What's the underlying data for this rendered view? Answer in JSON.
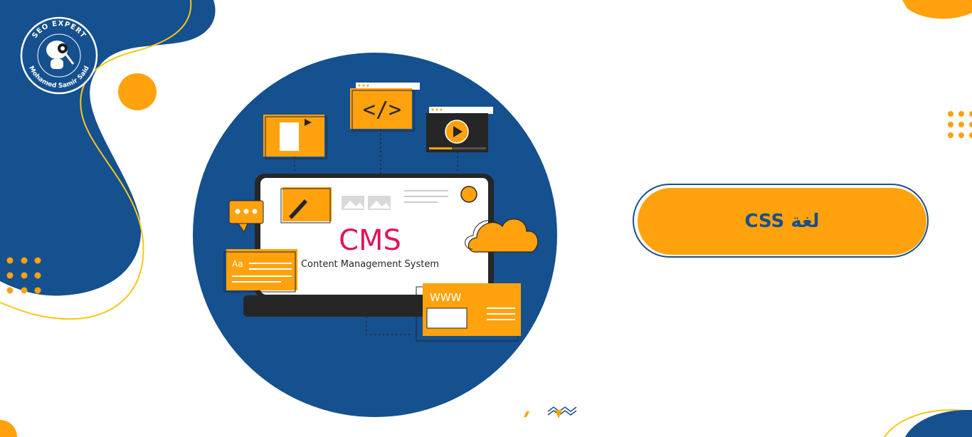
{
  "logo": {
    "top_text": "SEO EXPERT",
    "bottom_text": "Mohamed Samir Said"
  },
  "illustration": {
    "title": "CMS",
    "subtitle": "Content Management System",
    "text_sample": "Aa",
    "www_label": "WWW",
    "code_symbol": "</>"
  },
  "cta": {
    "label": "لغة CSS"
  },
  "colors": {
    "brand_blue": "#1a5496",
    "accent_orange": "#ffa20e",
    "cms_pink": "#e0115f",
    "dark": "#262626"
  }
}
